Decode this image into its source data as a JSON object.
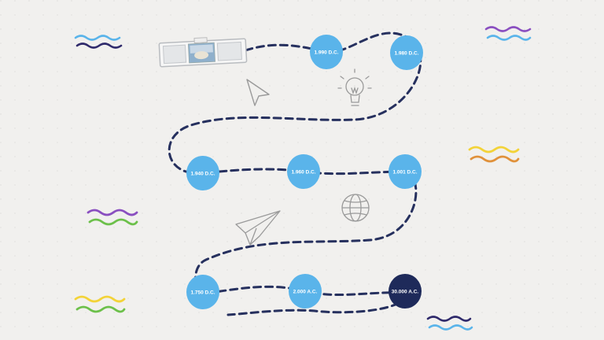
{
  "timeline": {
    "nodes": [
      {
        "label": "1.990 D.C.",
        "color": "#5ab4ea"
      },
      {
        "label": "1.980 D.C.",
        "color": "#5ab4ea"
      },
      {
        "label": "1.001 D.C.",
        "color": "#5ab4ea"
      },
      {
        "label": "1.960 D.C.",
        "color": "#5ab4ea"
      },
      {
        "label": "1.940 D.C.",
        "color": "#5ab4ea"
      },
      {
        "label": "1.750 D.C.",
        "color": "#5ab4ea"
      },
      {
        "label": "2.000 A.C.",
        "color": "#5ab4ea"
      },
      {
        "label": "30.000 A.C.",
        "color": "#1e2a5a"
      }
    ],
    "path_color": "#26305e"
  },
  "decor": {
    "icons": [
      "cursor-arrow-icon",
      "lightbulb-icon",
      "globe-icon",
      "paper-plane-icon"
    ],
    "squiggle_colors": [
      "#5ab4ea",
      "#2f2a6b",
      "#8a4fc0",
      "#f3d338",
      "#e0913a",
      "#6cc04a"
    ]
  }
}
